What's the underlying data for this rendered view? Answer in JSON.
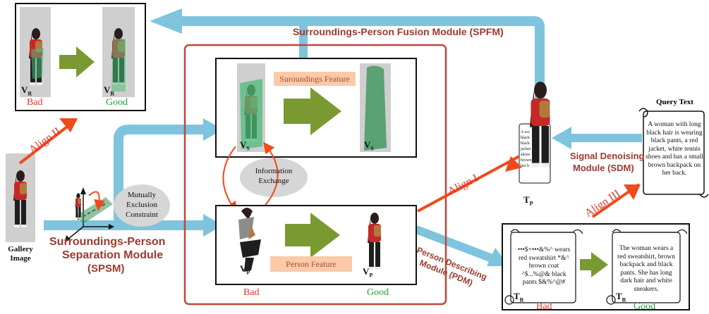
{
  "modules": {
    "spfm": "Surroundings-Person Fusion Module (SPFM)",
    "spsm": [
      "Surroundings-Person",
      "Separation Module",
      "(SPSM)"
    ],
    "sdm": [
      "Signal Denoising",
      "Module (SDM)"
    ],
    "pdm": [
      "Person Describing",
      "Module (PDM)"
    ]
  },
  "labels": {
    "align1": "Align I",
    "align2": "Align II",
    "align3": "Align III",
    "bad": "Bad",
    "good": "Good",
    "surroundings_feature": "Suroundings Feature",
    "person_feature": "Person Feature",
    "info_exchange": [
      "Information",
      "Exchange"
    ],
    "mutual": [
      "Mutually",
      "Exclusion",
      "Constraint"
    ],
    "gallery": [
      "Gallery",
      "Image"
    ],
    "query_title": "Query Text",
    "query_text": [
      "A woman with long",
      "black hair is wearing",
      "black pants, a red",
      "jacket, white tennis",
      "shoes and has a small",
      "brown backpack on",
      "her back."
    ],
    "noisy_text": [
      "•••$+•••&%^ wears",
      "red sweatshirt *&^",
      "brown coat",
      "^$...%@& black",
      "pants $&%^@#"
    ],
    "clean_text": [
      "The woman wears a",
      "red sweatshirt, brown",
      "backpack and black",
      "pants. She has long",
      "dark hair and white",
      "sneakers."
    ],
    "tp_mini_text": [
      "A wo",
      "black",
      "black",
      "jacket",
      "shoes",
      "brown",
      "her b"
    ]
  },
  "symbols": {
    "V": "V",
    "R": "R",
    "S": "S",
    "P": "P",
    "T": "T"
  },
  "colors": {
    "arrow_blue": "#7ec4dd",
    "align_red": "#f04a1c",
    "feature_green": "#7a9a31",
    "module_text": "#9b3a2e",
    "frame_red": "#c0473a",
    "bad_red": "#e0362c",
    "good_green": "#22a33a",
    "feature_box": "#f9cba9"
  }
}
